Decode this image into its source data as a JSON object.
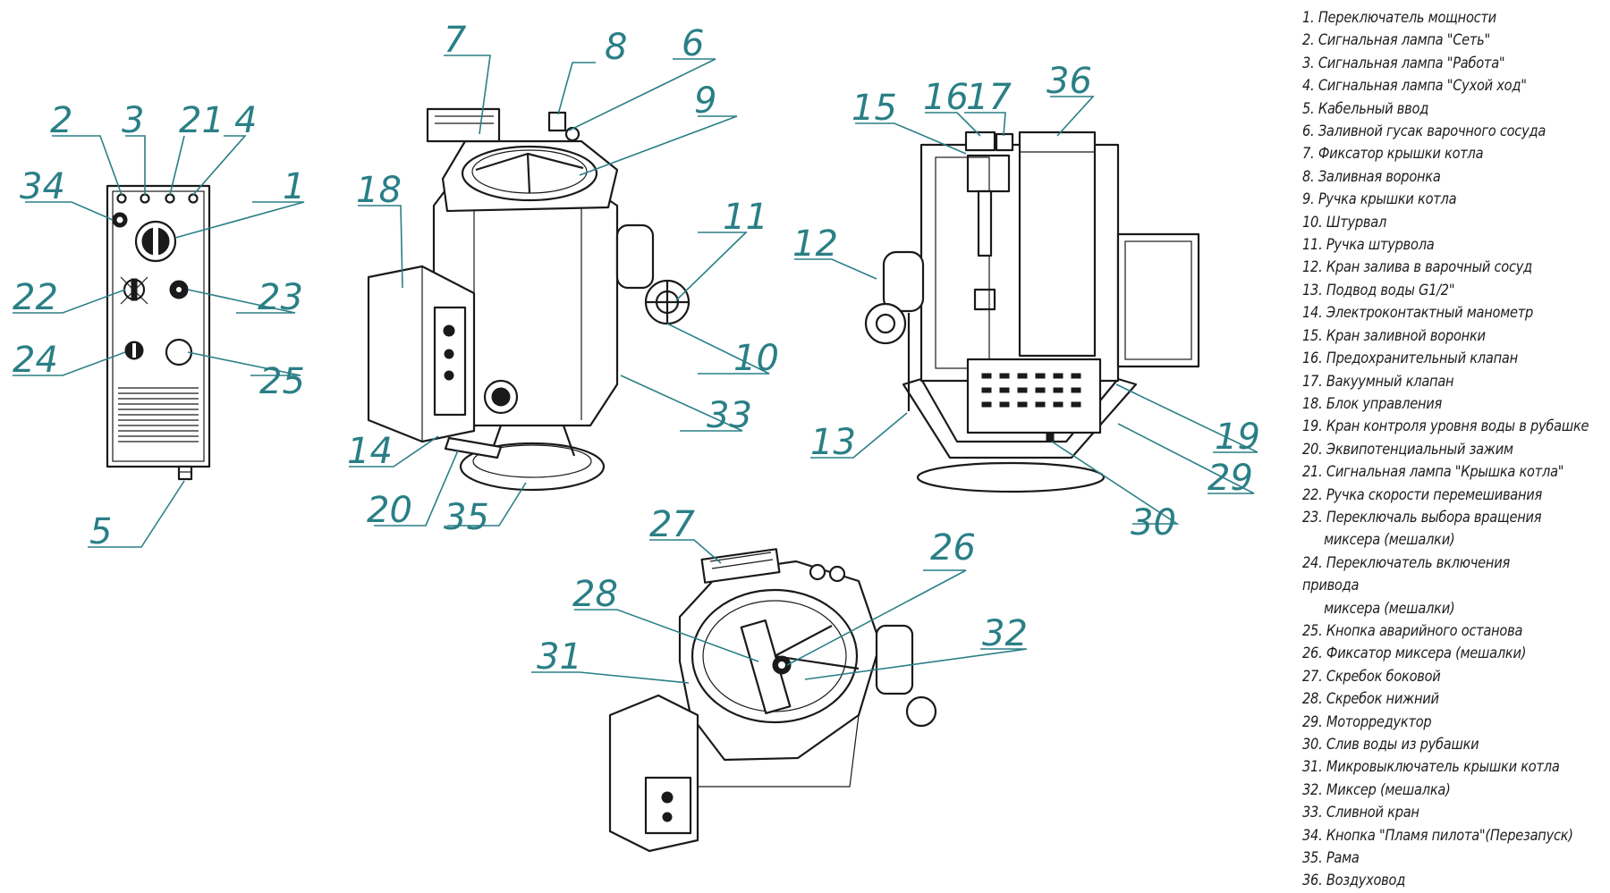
{
  "callouts": {
    "n1": "1",
    "n2": "2",
    "n3": "3",
    "n4": "4",
    "n5": "5",
    "n6": "6",
    "n7": "7",
    "n8": "8",
    "n9": "9",
    "n10": "10",
    "n11": "11",
    "n12": "12",
    "n13": "13",
    "n14": "14",
    "n15": "15",
    "n16": "16",
    "n17": "17",
    "n18": "18",
    "n19": "19",
    "n20": "20",
    "n21": "21",
    "n22": "22",
    "n23": "23",
    "n24": "24",
    "n25": "25",
    "n26": "26",
    "n27": "27",
    "n28": "28",
    "n29": "29",
    "n30": "30",
    "n31": "31",
    "n32": "32",
    "n33": "33",
    "n34": "34",
    "n35": "35",
    "n36": "36"
  },
  "legend": [
    {
      "text": "1. Переключатель мощности"
    },
    {
      "text": "2. Сигнальная лампа \"Сеть\""
    },
    {
      "text": "3. Сигнальная лампа \"Работа\""
    },
    {
      "text": "4. Сигнальная лампа \"Сухой ход\""
    },
    {
      "text": "5. Кабельный ввод"
    },
    {
      "text": "6. Заливной гусак варочного сосуда"
    },
    {
      "text": "7. Фиксатор крышки котла"
    },
    {
      "text": "8. Заливная воронка"
    },
    {
      "text": "9. Ручка крышки котла"
    },
    {
      "text": "10. Штурвал"
    },
    {
      "text": "11. Ручка штурвола"
    },
    {
      "text": "12. Кран залива в варочный сосуд"
    },
    {
      "text": "13. Подвод воды G1/2\""
    },
    {
      "text": "14. Электроконтактный манометр"
    },
    {
      "text": "15. Кран заливной воронки"
    },
    {
      "text": "16. Предохранительный клапан"
    },
    {
      "text": "17. Вакуумный клапан"
    },
    {
      "text": "18. Блок управления"
    },
    {
      "text": "19. Кран контроля уровня воды в рубашке"
    },
    {
      "text": "20. Эквипотенциальный зажим"
    },
    {
      "text": "21.  Сигнальная лампа \"Крышка котла\""
    },
    {
      "text": "22. Ручка скорости перемешивания"
    },
    {
      "text": "23. Переключаль выбора вращения",
      "cont": "миксера (мешалки)"
    },
    {
      "text": "24. Переключатель включения привода",
      "cont": "миксера (мешалки)"
    },
    {
      "text": "25. Кнопка аварийного останова"
    },
    {
      "text": "26. Фиксатор миксера (мешалки)"
    },
    {
      "text": "27. Скребок боковой"
    },
    {
      "text": "28. Скребок нижний"
    },
    {
      "text": "29. Моторредуктор"
    },
    {
      "text": "30. Слив воды из рубашки"
    },
    {
      "text": "31. Микровыключатель крышки котла"
    },
    {
      "text": "32. Миксер (мешалка)"
    },
    {
      "text": "33. Сливной кран"
    },
    {
      "text": "34. Кнопка \"Пламя пилота\"(Перезапуск)"
    },
    {
      "text": "35. Рама"
    },
    {
      "text": "36. Воздуховод"
    }
  ],
  "colors": {
    "callout": "#2a7f86",
    "ink": "#1a1a1a"
  }
}
